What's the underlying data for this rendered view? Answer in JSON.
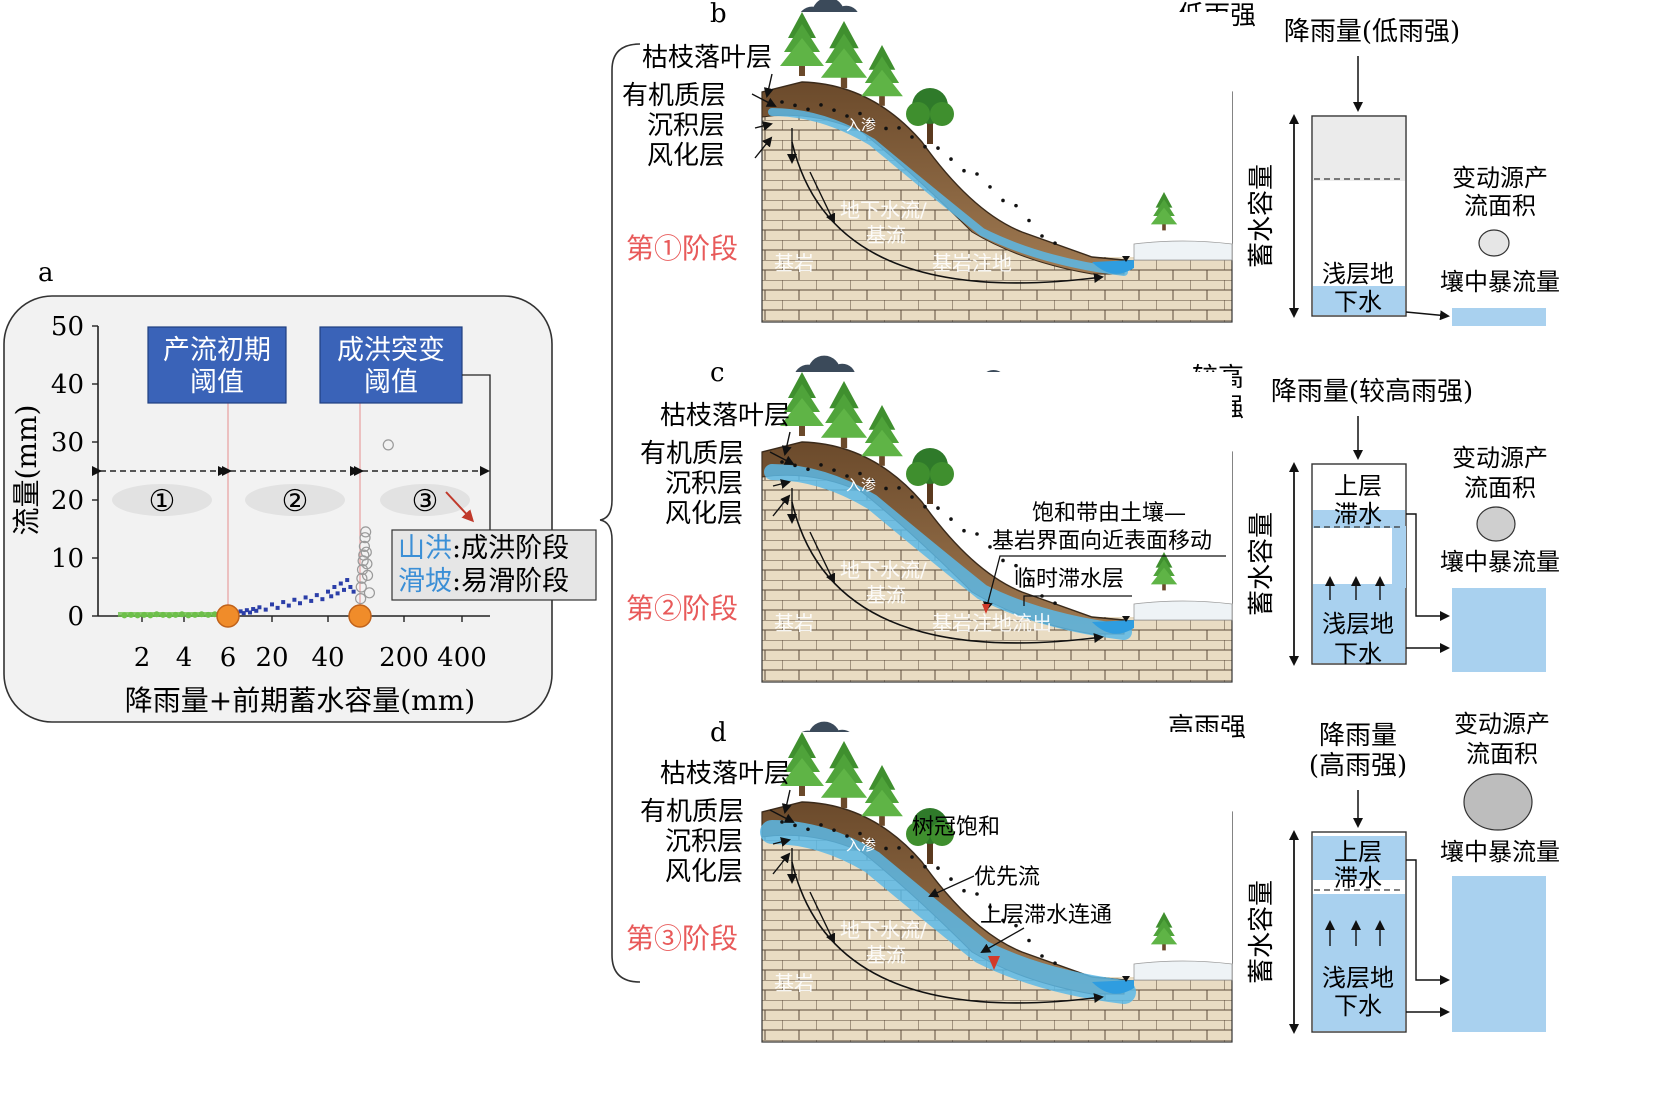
{
  "panel_a": {
    "label": "a",
    "box_initial": [
      "产流初期",
      "阈值"
    ],
    "box_sudden": [
      "成洪突变",
      "阈值"
    ],
    "stage_1": "①",
    "stage_2": "②",
    "stage_3": "③",
    "legend": {
      "flood_key": "山洪",
      "flood_val": ":成洪阶段",
      "slide_key": "滑坡",
      "slide_val": ":易滑阶段"
    }
  },
  "chart_data": {
    "type": "scatter",
    "xlabel": "降雨量+前期蓄水容量(mm)",
    "ylabel": "流量(mm)",
    "x_ticks": [
      "2",
      "4",
      "6",
      "20",
      "40",
      "200",
      "400"
    ],
    "y_ticks": [
      "0",
      "10",
      "20",
      "30",
      "40",
      "50"
    ],
    "ylim": [
      0,
      50
    ],
    "grid": false,
    "thresholds": [
      {
        "name": "产流初期阈值",
        "x": 6,
        "y": 0
      },
      {
        "name": "成洪突变阈值",
        "x": 60,
        "y": 0
      }
    ],
    "series": [
      {
        "name": "①",
        "color": "#6dbf4a",
        "points": [
          [
            1.2,
            0.1
          ],
          [
            1.5,
            0.2
          ],
          [
            1.8,
            0.1
          ],
          [
            2.1,
            0.2
          ],
          [
            2.4,
            0.1
          ],
          [
            2.7,
            0.3
          ],
          [
            3.0,
            0.2
          ],
          [
            3.3,
            0.1
          ],
          [
            3.6,
            0.2
          ],
          [
            3.9,
            0.3
          ],
          [
            4.2,
            0.1
          ],
          [
            4.5,
            0.2
          ],
          [
            4.8,
            0.3
          ],
          [
            5.1,
            0.2
          ],
          [
            5.4,
            0.3
          ],
          [
            5.7,
            0.4
          ]
        ]
      },
      {
        "name": "②",
        "color": "#2b3ea8",
        "points": [
          [
            6.5,
            0.2
          ],
          [
            7,
            0.4
          ],
          [
            8,
            0.5
          ],
          [
            9,
            0.3
          ],
          [
            10,
            0.8
          ],
          [
            11,
            0.5
          ],
          [
            12,
            1.0
          ],
          [
            13,
            0.6
          ],
          [
            14,
            1.2
          ],
          [
            15,
            0.9
          ],
          [
            16,
            1.5
          ],
          [
            18,
            1.1
          ],
          [
            20,
            2.0
          ],
          [
            22,
            1.4
          ],
          [
            24,
            2.4
          ],
          [
            26,
            1.8
          ],
          [
            28,
            2.8
          ],
          [
            30,
            2.2
          ],
          [
            32,
            3.2
          ],
          [
            34,
            2.6
          ],
          [
            36,
            3.6
          ],
          [
            38,
            2.9
          ],
          [
            40,
            4.2
          ],
          [
            42,
            3.4
          ],
          [
            44,
            5.0
          ],
          [
            46,
            3.9
          ],
          [
            48,
            5.6
          ],
          [
            50,
            4.5
          ],
          [
            52,
            6.2
          ],
          [
            54,
            5.0
          ],
          [
            56,
            4.2
          ]
        ]
      },
      {
        "name": "③",
        "color": "#aaaaaa",
        "points": [
          [
            62,
            3
          ],
          [
            64,
            5
          ],
          [
            66,
            6.5
          ],
          [
            68,
            8
          ],
          [
            70,
            9.5
          ],
          [
            72,
            10.5
          ],
          [
            74,
            12
          ],
          [
            76,
            13.5
          ],
          [
            78,
            14.5
          ],
          [
            80,
            11
          ],
          [
            82,
            9
          ],
          [
            84,
            7
          ],
          [
            90,
            4
          ],
          [
            150,
            29.5
          ]
        ]
      }
    ]
  },
  "panel_b": {
    "label": "b",
    "rain_label": "低雨强",
    "stage": "第①阶段",
    "layers": [
      "枯枝落叶层",
      "有机质层",
      "沉积层",
      "风化层"
    ],
    "inner": {
      "infiltration": "入渗",
      "gw": "地下水流/",
      "base": "基流",
      "bedrock": "基岩",
      "exfil": "基岩注地"
    },
    "bucket_top": "降雨量(低雨强)",
    "storage": "蓄水容量",
    "shallow": [
      "浅层地",
      "下水"
    ],
    "source_area": [
      "变动源产",
      "流面积"
    ],
    "interflow": "壤中暴流量"
  },
  "panel_c": {
    "label": "c",
    "rain_label": [
      "较高",
      "雨强"
    ],
    "stage": "第②阶段",
    "layers": [
      "枯枝落叶层",
      "有机质层",
      "沉积层",
      "风化层"
    ],
    "inner": {
      "infiltration": "入渗",
      "gw": "地下水流/",
      "base": "基流",
      "bedrock": "基岩",
      "exfil": "基岩注地流出"
    },
    "callout_1": [
      "饱和带由土壤—",
      "基岩界面向近表面移动"
    ],
    "callout_2": "临时滞水层",
    "bucket_top": "降雨量(较高雨强)",
    "storage": "蓄水容量",
    "perched": [
      "上层",
      "滞水"
    ],
    "shallow": [
      "浅层地",
      "下水"
    ],
    "source_area": [
      "变动源产",
      "流面积"
    ],
    "interflow": "壤中暴流量"
  },
  "panel_d": {
    "label": "d",
    "rain_label": "高雨强",
    "stage": "第③阶段",
    "layers": [
      "枯枝落叶层",
      "有机质层",
      "沉积层",
      "风化层"
    ],
    "inner": {
      "infiltration": "入渗",
      "gw": "地下水流/",
      "base": "基流",
      "bedrock": "基岩"
    },
    "callout_1": "树冠饱和",
    "callout_2": "优先流",
    "callout_3": "上层滞水连通",
    "bucket_top": [
      "降雨量",
      "(高雨强)"
    ],
    "storage": "蓄水容量",
    "perched": [
      "上层",
      "滞水"
    ],
    "shallow": [
      "浅层地",
      "下水"
    ],
    "source_area": [
      "变动源产",
      "流面积"
    ],
    "interflow": "壤中暴流量"
  }
}
